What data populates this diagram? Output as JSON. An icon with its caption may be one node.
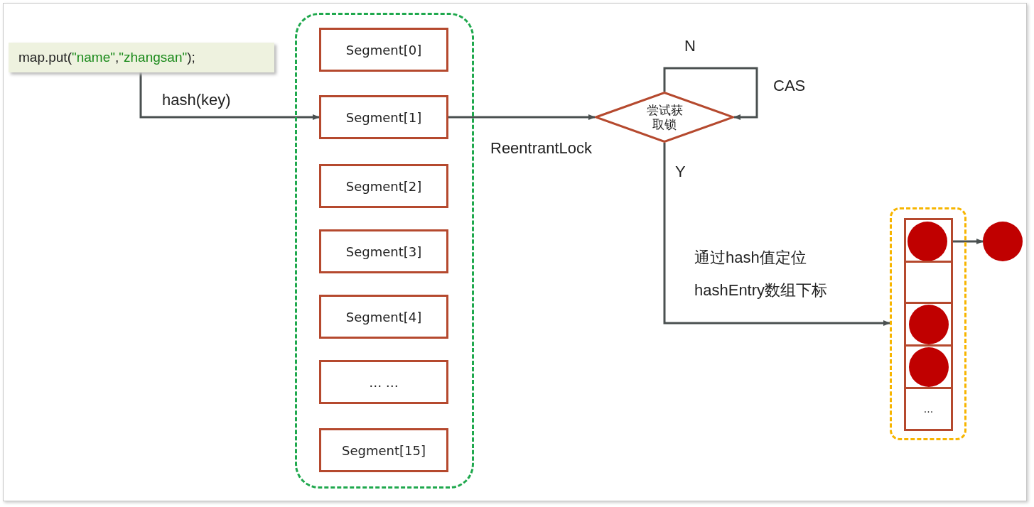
{
  "diagram": {
    "nodes": [
      {
        "text": [
          "map.put(\"name\",\"zhangsan\");"
        ]
      },
      {
        "text": [],
        "shape": "box"
      },
      {
        "text": [
          "Segment[0]"
        ],
        "in": 1
      },
      {
        "text": [
          "Segment[1]"
        ],
        "in": 1
      },
      {
        "text": [
          "Segment[2]"
        ],
        "in": 1
      },
      {
        "text": [
          "Segment[3]"
        ],
        "in": 1
      },
      {
        "text": [
          "Segment[4]"
        ],
        "in": 1
      },
      {
        "text": [
          "… …"
        ],
        "in": 1
      },
      {
        "text": [
          "Segment[15]"
        ],
        "in": 1
      },
      {
        "text": [
          "尝试获取锁"
        ]
      },
      {
        "text": [],
        "shape": "box"
      },
      {
        "text": [],
        "shape": "box",
        "in": 10
      },
      {
        "text": [],
        "shape": "box",
        "in": 10
      },
      {
        "text": [],
        "shape": "box",
        "in": 10
      },
      {
        "text": [],
        "shape": "box",
        "in": 10
      },
      {
        "text": [
          "..."
        ],
        "in": 10
      },
      {
        "text": [],
        "shape": "circle",
        "in": 11
      },
      {
        "text": [],
        "shape": "circle",
        "in": 13
      },
      {
        "text": [],
        "shape": "circle",
        "in": 14
      },
      {
        "text": [],
        "shape": "circle"
      }
    ],
    "edges": [
      {
        "from": 0,
        "to": 3,
        "arrow": "to",
        "label": "hash(key)"
      },
      {
        "from": 3,
        "to": 9,
        "arrow": "to",
        "label": "ReentrantLock"
      },
      {
        "from": 9,
        "to": 9,
        "arrow": "to",
        "label": "N"
      },
      {
        "from": 9,
        "to": 10,
        "arrow": "to",
        "label": "Y"
      },
      {
        "from": 16,
        "to": 19,
        "arrow": "to"
      }
    ],
    "labels": [
      "CAS",
      "通过hash值定位",
      "hashEntry数组下标"
    ]
  }
}
